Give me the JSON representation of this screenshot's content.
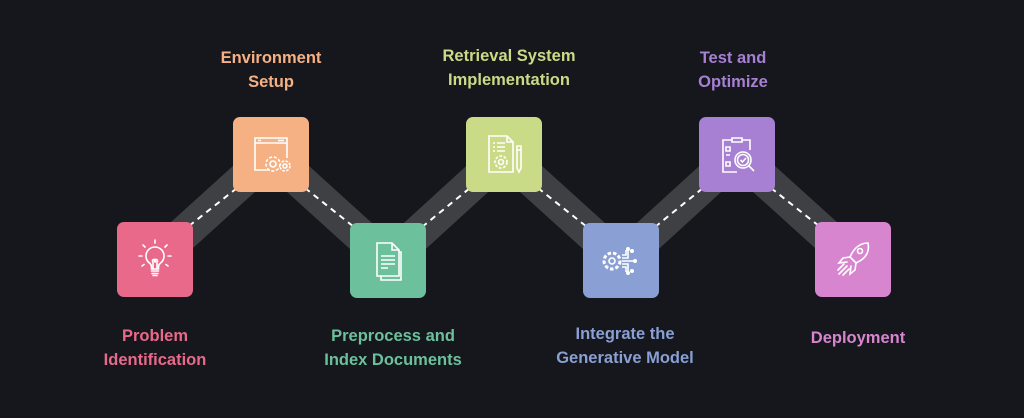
{
  "diagram": {
    "type": "zigzag-process-flow",
    "steps": [
      {
        "id": 1,
        "label": "Problem\nIdentification",
        "icon": "lightbulb-icon",
        "color": "#e8698a",
        "position": "low",
        "label_side": "below"
      },
      {
        "id": 2,
        "label": "Environment\nSetup",
        "icon": "browser-gears-icon",
        "color": "#f5b183",
        "position": "high",
        "label_side": "above"
      },
      {
        "id": 3,
        "label": "Preprocess and\nIndex Documents",
        "icon": "documents-icon",
        "color": "#6cc09b",
        "position": "low",
        "label_side": "below"
      },
      {
        "id": 4,
        "label": "Retrieval System\nImplementation",
        "icon": "document-gear-pencil-icon",
        "color": "#c9db86",
        "position": "high",
        "label_side": "above"
      },
      {
        "id": 5,
        "label": "Integrate the\nGenerative Model",
        "icon": "gear-circuit-icon",
        "color": "#8a9fd3",
        "position": "low",
        "label_side": "below"
      },
      {
        "id": 6,
        "label": "Test and\nOptimize",
        "icon": "clipboard-magnifier-icon",
        "color": "#a77fd3",
        "position": "high",
        "label_side": "above"
      },
      {
        "id": 7,
        "label": "Deployment",
        "icon": "rocket-icon",
        "color": "#d885cf",
        "position": "low",
        "label_side": "below"
      }
    ],
    "connector": {
      "style": "road-with-dashed-centerline",
      "road_color": "#3f4043",
      "dash_color": "#ffffff"
    },
    "background": "#15171d"
  }
}
